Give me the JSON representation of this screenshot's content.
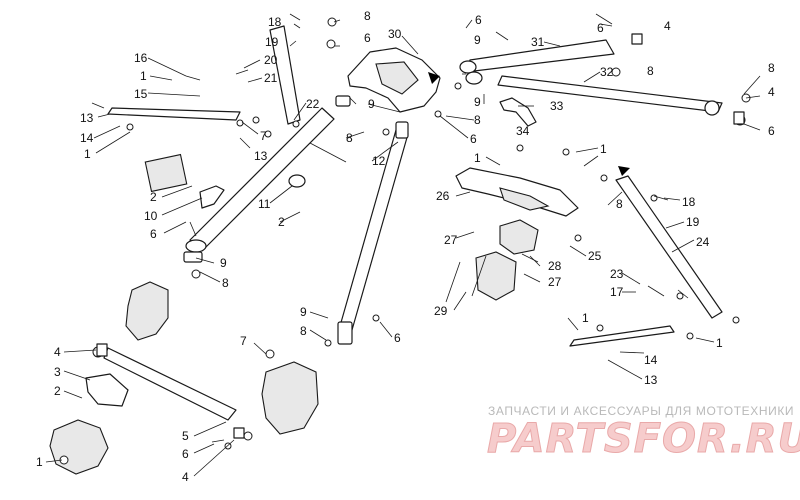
{
  "callouts": {
    "c1": "1",
    "c2": "2",
    "c3": "3",
    "c4": "4",
    "c5": "5",
    "c6": "6",
    "c7": "7",
    "c8": "8",
    "c9": "9",
    "c10": "10",
    "c11": "11",
    "c12": "12",
    "c13": "13",
    "c14": "14",
    "c15": "15",
    "c16": "16",
    "c17": "17",
    "c18": "18",
    "c19": "19",
    "c20": "20",
    "c21": "21",
    "c22": "22",
    "c23": "23",
    "c24": "24",
    "c25": "25",
    "c26": "26",
    "c27": "27",
    "c28": "28",
    "c29": "29",
    "c30": "30",
    "c31": "31",
    "c32": "32",
    "c33": "33",
    "c34": "34"
  },
  "watermark": {
    "tagline": "ЗАПЧАСТИ И АКСЕССУАРЫ ДЛЯ МОТОТЕХНИКИ",
    "logo": "PARTSFOR.RU"
  }
}
